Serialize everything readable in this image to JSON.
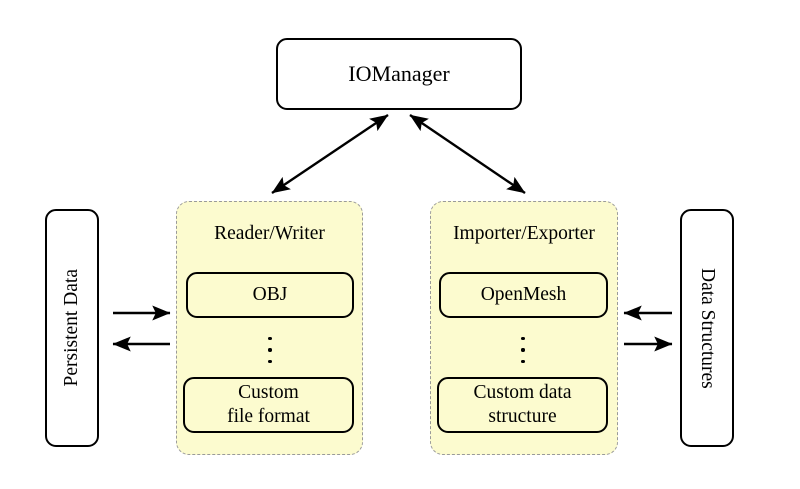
{
  "diagram": {
    "title_node": {
      "label": "IOManager"
    },
    "left_store": {
      "label": "Persistent Data"
    },
    "right_store": {
      "label": "Data Structures"
    },
    "groups": [
      {
        "id": "reader-writer",
        "title": "Reader/Writer",
        "items": [
          {
            "label": "OBJ"
          },
          {
            "label": "⋮"
          },
          {
            "label": "Custom\nfile format",
            "line1": "Custom",
            "line2": "file format"
          }
        ]
      },
      {
        "id": "importer-exporter",
        "title": "Importer/Exporter",
        "items": [
          {
            "label": "OpenMesh"
          },
          {
            "label": "⋮"
          },
          {
            "label": "Custom data\nstructure",
            "line1": "Custom data",
            "line2": "structure"
          }
        ]
      }
    ],
    "connections": [
      {
        "id": "manager-to-reader-writer",
        "from": "IOManager",
        "to": "Reader/Writer",
        "style": "double-headed"
      },
      {
        "id": "manager-to-importer-exporter",
        "from": "IOManager",
        "to": "Importer/Exporter",
        "style": "double-headed"
      },
      {
        "id": "persistent-data-to-reader-writer",
        "from": "Persistent Data",
        "to": "Reader/Writer",
        "style": "single-headed-right"
      },
      {
        "id": "reader-writer-to-persistent-data",
        "from": "Reader/Writer",
        "to": "Persistent Data",
        "style": "single-headed-left"
      },
      {
        "id": "data-structures-to-importer-exporter",
        "from": "Data Structures",
        "to": "Importer/Exporter",
        "style": "single-headed-left"
      },
      {
        "id": "importer-exporter-to-data-structures",
        "from": "Importer/Exporter",
        "to": "Data Structures",
        "style": "single-headed-right"
      }
    ],
    "colors": {
      "group_fill": "#fcfbcf",
      "group_border": "#9a9a9a",
      "node_border": "#000000",
      "background": "#ffffff",
      "arrow": "#000000"
    }
  }
}
